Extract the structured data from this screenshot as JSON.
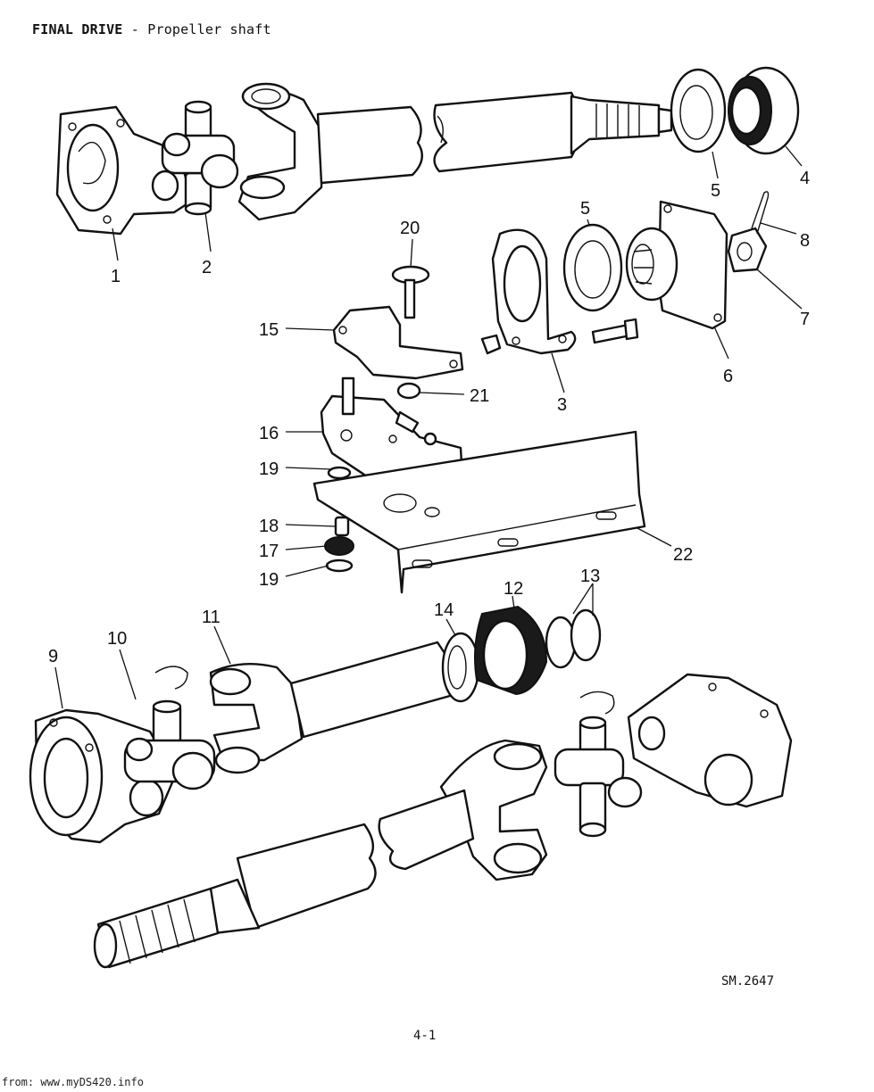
{
  "header": {
    "title_bold": "FINAL DRIVE",
    "title_rest": " - Propeller shaft"
  },
  "callouts": [
    {
      "id": "c1",
      "label": "1"
    },
    {
      "id": "c2",
      "label": "2"
    },
    {
      "id": "c3",
      "label": "3"
    },
    {
      "id": "c4",
      "label": "4"
    },
    {
      "id": "c5a",
      "label": "5"
    },
    {
      "id": "c5b",
      "label": "5"
    },
    {
      "id": "c6",
      "label": "6"
    },
    {
      "id": "c7",
      "label": "7"
    },
    {
      "id": "c8",
      "label": "8"
    },
    {
      "id": "c9",
      "label": "9"
    },
    {
      "id": "c10",
      "label": "10"
    },
    {
      "id": "c11",
      "label": "11"
    },
    {
      "id": "c12",
      "label": "12"
    },
    {
      "id": "c13",
      "label": "13"
    },
    {
      "id": "c14",
      "label": "14"
    },
    {
      "id": "c15",
      "label": "15"
    },
    {
      "id": "c16",
      "label": "16"
    },
    {
      "id": "c17",
      "label": "17"
    },
    {
      "id": "c18",
      "label": "18"
    },
    {
      "id": "c19a",
      "label": "19"
    },
    {
      "id": "c19b",
      "label": "19"
    },
    {
      "id": "c20",
      "label": "20"
    },
    {
      "id": "c21",
      "label": "21"
    },
    {
      "id": "c22",
      "label": "22"
    }
  ],
  "footer": {
    "drawing_ref": "SM.2647",
    "page_number": "4-1",
    "source": "from: www.myDS420.info"
  }
}
